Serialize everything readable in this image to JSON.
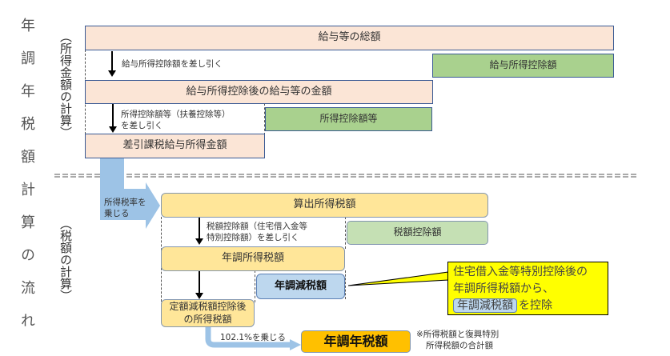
{
  "title": "年調年税額計算の流れ",
  "section1_label": "（所得金額の計算）",
  "section2_label": "（税額の計算）",
  "boxes": {
    "total_salary": "給与等の総額",
    "salary_deduction": "給与所得控除額",
    "after_salary_deduction": "給与所得控除後の給与等の金額",
    "income_deductions": "所得控除額等",
    "taxable_income": "差引課税給与所得金額",
    "computed_tax": "算出所得税額",
    "tax_credit": "税額控除額",
    "annual_income_tax": "年調所得税額",
    "annual_tax_reduction": "年調減税額",
    "after_fixed_reduction": "定額減税額控除後の所得税額",
    "annual_tax": "年調年税額"
  },
  "notes": {
    "subtract_salary_deduction": "給与所得控除額を差し引く",
    "subtract_income_deductions_1": "所得控除額等（扶養控除等）",
    "subtract_income_deductions_2": "を差し引く",
    "multiply_rate_1": "所得税率を",
    "multiply_rate_2": "乗じる",
    "subtract_tax_credit_1": "税額控除額（住宅借入金等",
    "subtract_tax_credit_2": "特別控除額）を差し引く",
    "multiply_1021": "102.1%を乗じる",
    "footnote_1": "※所得税額と復興特別",
    "footnote_2": "所得税額の合計額"
  },
  "callout": {
    "line1": "住宅借入金等特別控除後の",
    "line2": "年調所得税額から、",
    "chip": "年調減税額",
    "line3_suffix": "を控除"
  }
}
